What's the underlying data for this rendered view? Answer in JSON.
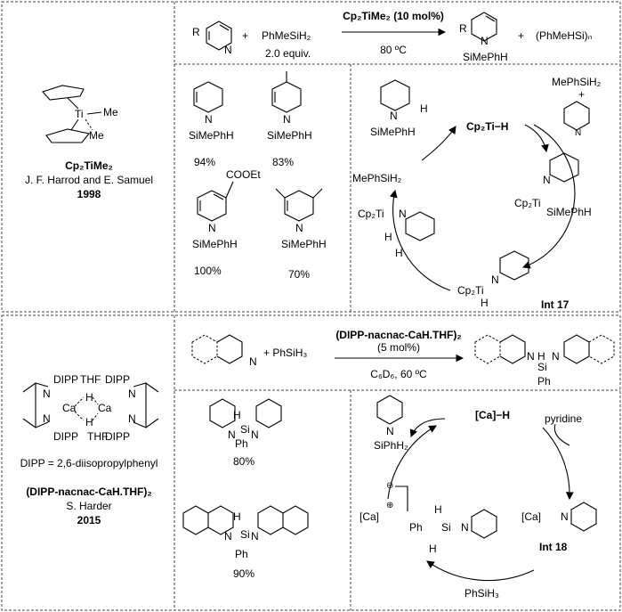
{
  "top": {
    "catalyst_name": "Cp₂TiMe₂",
    "authors": "J. F. Harrod and E. Samuel",
    "year": "1998",
    "reaction": {
      "reagent": "PhMeSiH₂",
      "reagent_amount": "2.0 equiv.",
      "catalyst": "Cp₂TiMe₂ (10 mol%)",
      "conditions": "80 ºC",
      "byproduct": "(PhMeHSi)ₙ"
    },
    "products": [
      {
        "yield": "94%"
      },
      {
        "yield": "83%",
        "substituent": ""
      },
      {
        "yield": "100%",
        "substituent": "COOEt"
      },
      {
        "yield": "70%"
      }
    ],
    "cycle": {
      "hydride": "Cp₂Ti−H",
      "silane_in": "MePhSiH₂",
      "silane_mid": "MePhSiH₂",
      "intermediate_label": "Int 17"
    }
  },
  "bottom": {
    "catalyst_name": "(DIPP-nacnac-CaH.THF)₂",
    "dipp_definition": "DIPP = 2,6-diisopropylphenyl",
    "authors": "S. Harder",
    "year": "2015",
    "reaction": {
      "reagent": "+ PhSiH₃",
      "catalyst": "(DIPP-nacnac-CaH.THF)₂",
      "loading": "(5 mol%)",
      "conditions": "C₆D₆, 60 ºC"
    },
    "products": [
      {
        "yield": "80%"
      },
      {
        "yield": "90%"
      }
    ],
    "cycle": {
      "hydride": "[Ca]−H",
      "substrate_in": "pyridine",
      "silane_in": "PhSiH₃",
      "intermediate_label": "Int 18"
    }
  },
  "labels": {
    "me": "Me",
    "ti": "Ti",
    "si": "Si",
    "n": "N",
    "h": "H",
    "r": "R",
    "sime": "SiMePhH",
    "siph": "SiPhH₂",
    "ph": "Ph",
    "dipp": "DIPP",
    "thf": "THF",
    "ca": "Ca",
    "ca_bracket": "[Ca]",
    "cp2ti": "Cp₂Ti",
    "plus": "+",
    "pluscharge": "⊕",
    "minuscharge": "⊖"
  }
}
